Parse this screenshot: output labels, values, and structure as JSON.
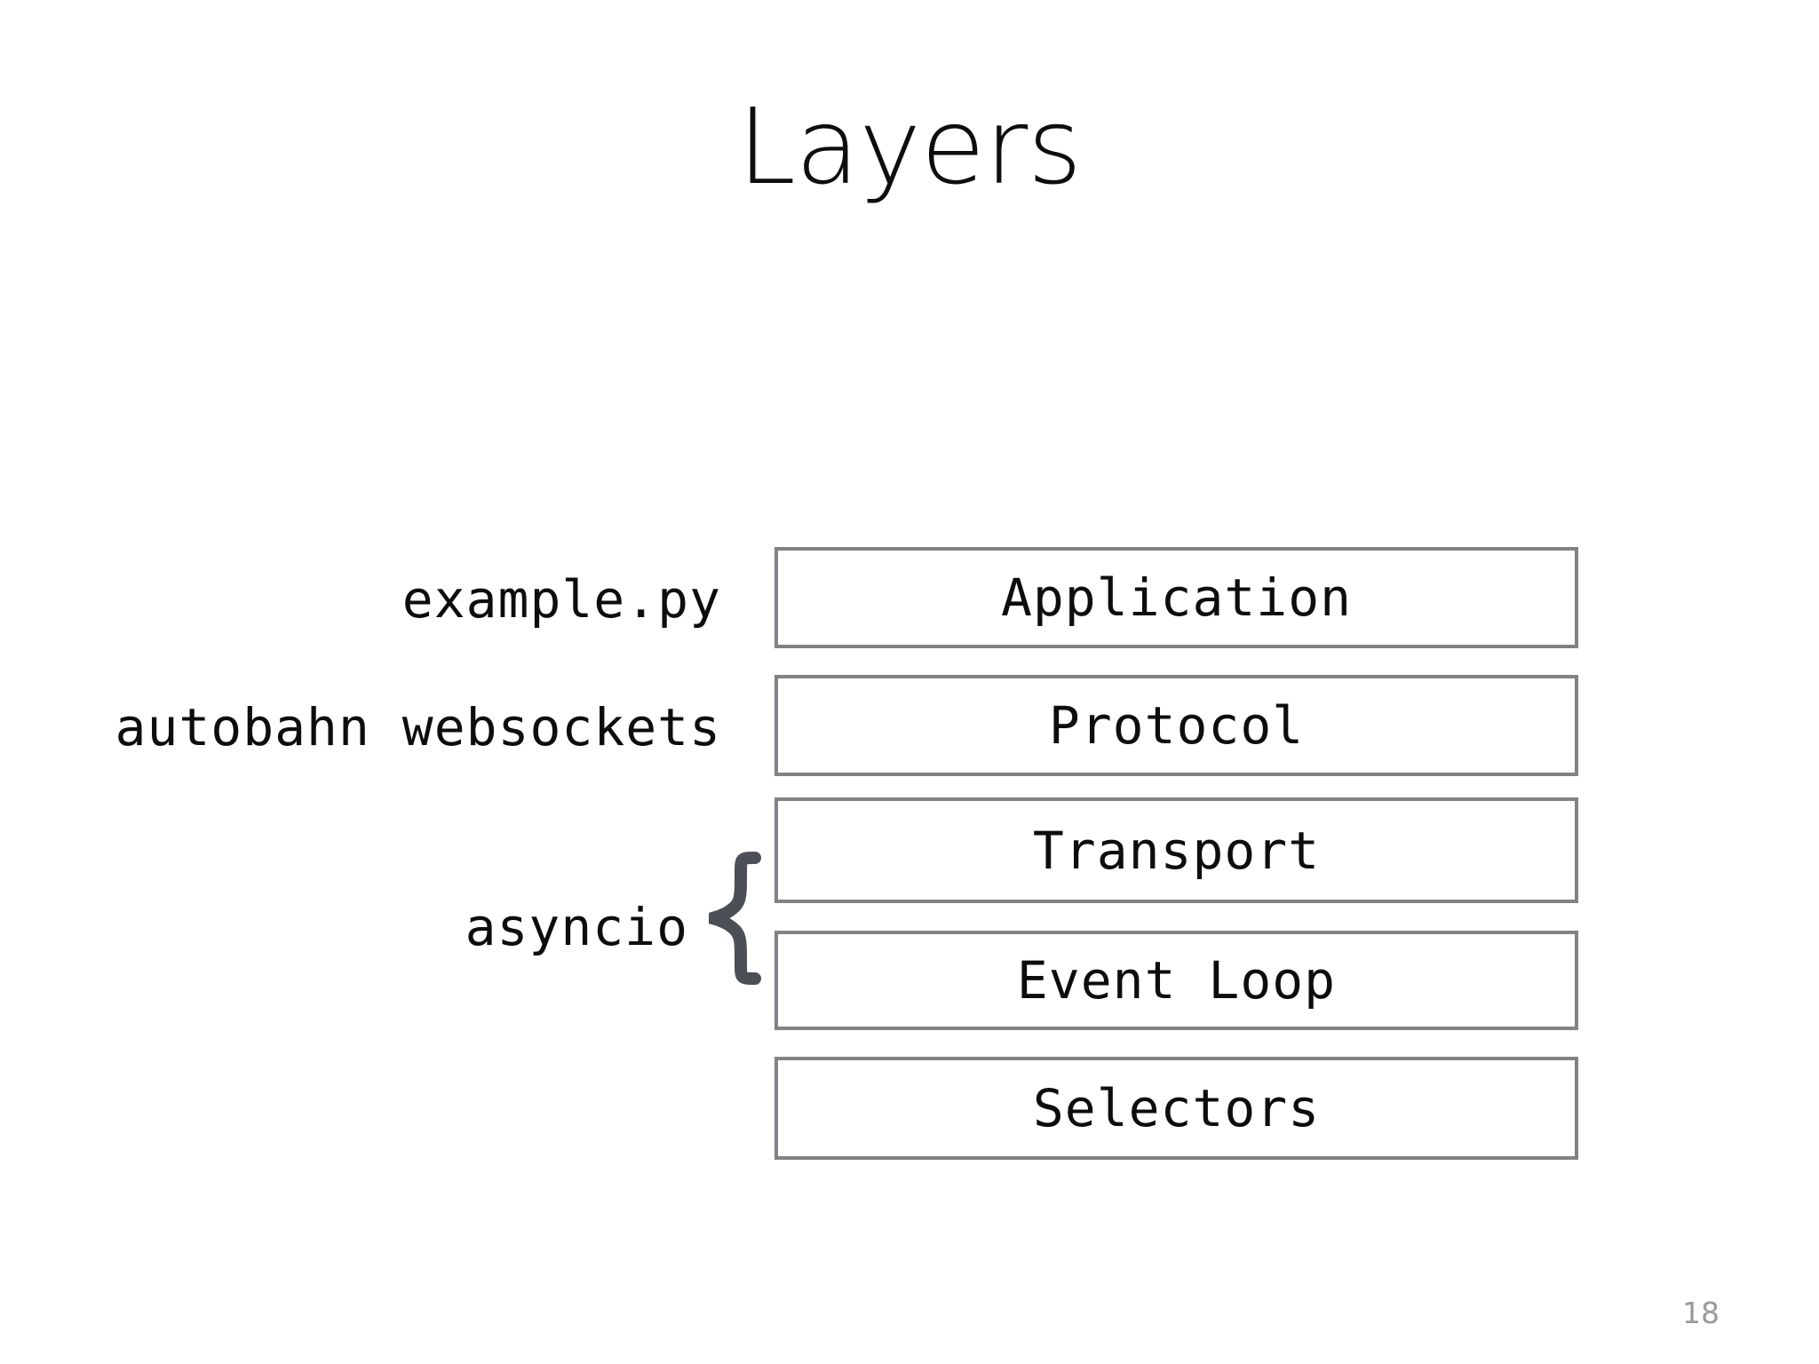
{
  "slide": {
    "title": "Layers",
    "page_number": "18",
    "background_color": "#ffffff",
    "title_color": "#0d0d0d",
    "box_border_color": "#808285",
    "brace_color": "#4b4f56",
    "page_number_color": "#9a9a9e"
  },
  "diagram": {
    "type": "layer-stack",
    "layers": [
      {
        "label": "Application",
        "annotation": "example.py"
      },
      {
        "label": "Protocol",
        "annotation": "autobahn websockets"
      },
      {
        "label": "Transport",
        "annotation": "asyncio"
      },
      {
        "label": "Event Loop",
        "annotation": "asyncio"
      },
      {
        "label": "Selectors",
        "annotation": ""
      }
    ],
    "annotations": [
      {
        "text": "example.py",
        "targets": [
          "Application"
        ]
      },
      {
        "text": "autobahn websockets",
        "targets": [
          "Protocol"
        ]
      },
      {
        "text": "asyncio",
        "targets": [
          "Transport",
          "Event Loop"
        ],
        "bracket": "{"
      }
    ],
    "brace_glyph": "{"
  }
}
